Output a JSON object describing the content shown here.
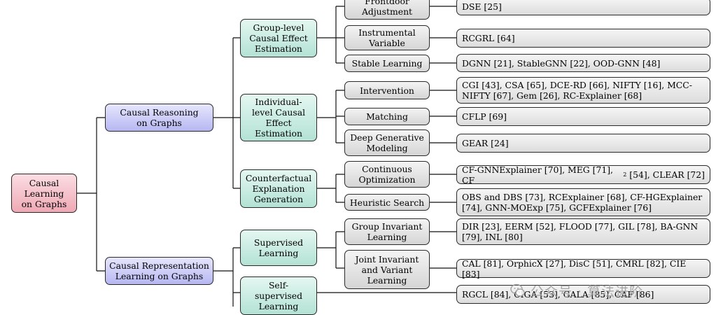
{
  "root": "Causal\nLearning\non Graphs",
  "l1": {
    "reasoning": "Causal Reasoning\non Graphs",
    "representation": "Causal Representation\nLearning on Graphs"
  },
  "l2": {
    "group": "Group-level\nCausal Effect\nEstimation",
    "individual": "Individual-\nlevel Causal\nEffect\nEstimation",
    "counterfactual": "Counterfactual\nExplanation\nGeneration",
    "supervised": "Supervised\nLearning",
    "self_supervised": "Self-\nsupervised\nLearning"
  },
  "l3": {
    "frontdoor": "Frontdoor\nAdjustment",
    "instrumental": "Instrumental\nVariable",
    "stable": "Stable Learning",
    "intervention": "Intervention",
    "matching": "Matching",
    "deep_generative": "Deep Generative\nModeling",
    "continuous": "Continuous\nOptimization",
    "heuristic": "Heuristic Search",
    "group_invariant": "Group Invariant\nLearning",
    "joint_invariant": "Joint Invariant\nand Variant\nLearning"
  },
  "leaves": {
    "frontdoor": "DSE [25]",
    "instrumental": "RCGRL [64]",
    "stable": "DGNN [21], StableGNN [22], OOD-GNN [48]",
    "intervention": "CGI [43], CSA [65], DCE-RD [66], NIFTY [16], MCC-\nNIFTY [67], Gem [26], RC-Explainer [68]",
    "matching": "CFLP [69]",
    "deep_generative": "GEAR [24]",
    "continuous_pre": "CF-GNNExplainer [70], MEG [71], CF",
    "continuous_sup": "2",
    "continuous_post": " [54], CLEAR [72]",
    "heuristic": "OBS and DBS [73], RCExplainer [68], CF-HGExplainer\n[74], GNN-MOExp [75], GCFExplainer [76]",
    "group_invariant": "DIR [23], EERM [52], FLOOD [77], GIL [78], BA-GNN\n[79], INL [80]",
    "joint_invariant": "CAL [81], OrphicX [27], DisC [51], CMRL [82], CIE [83]",
    "self_supervised": "RGCL [84], CIGA [53], GALA [85], CAF [86]"
  },
  "watermark": "公众号 · 算法进阶"
}
